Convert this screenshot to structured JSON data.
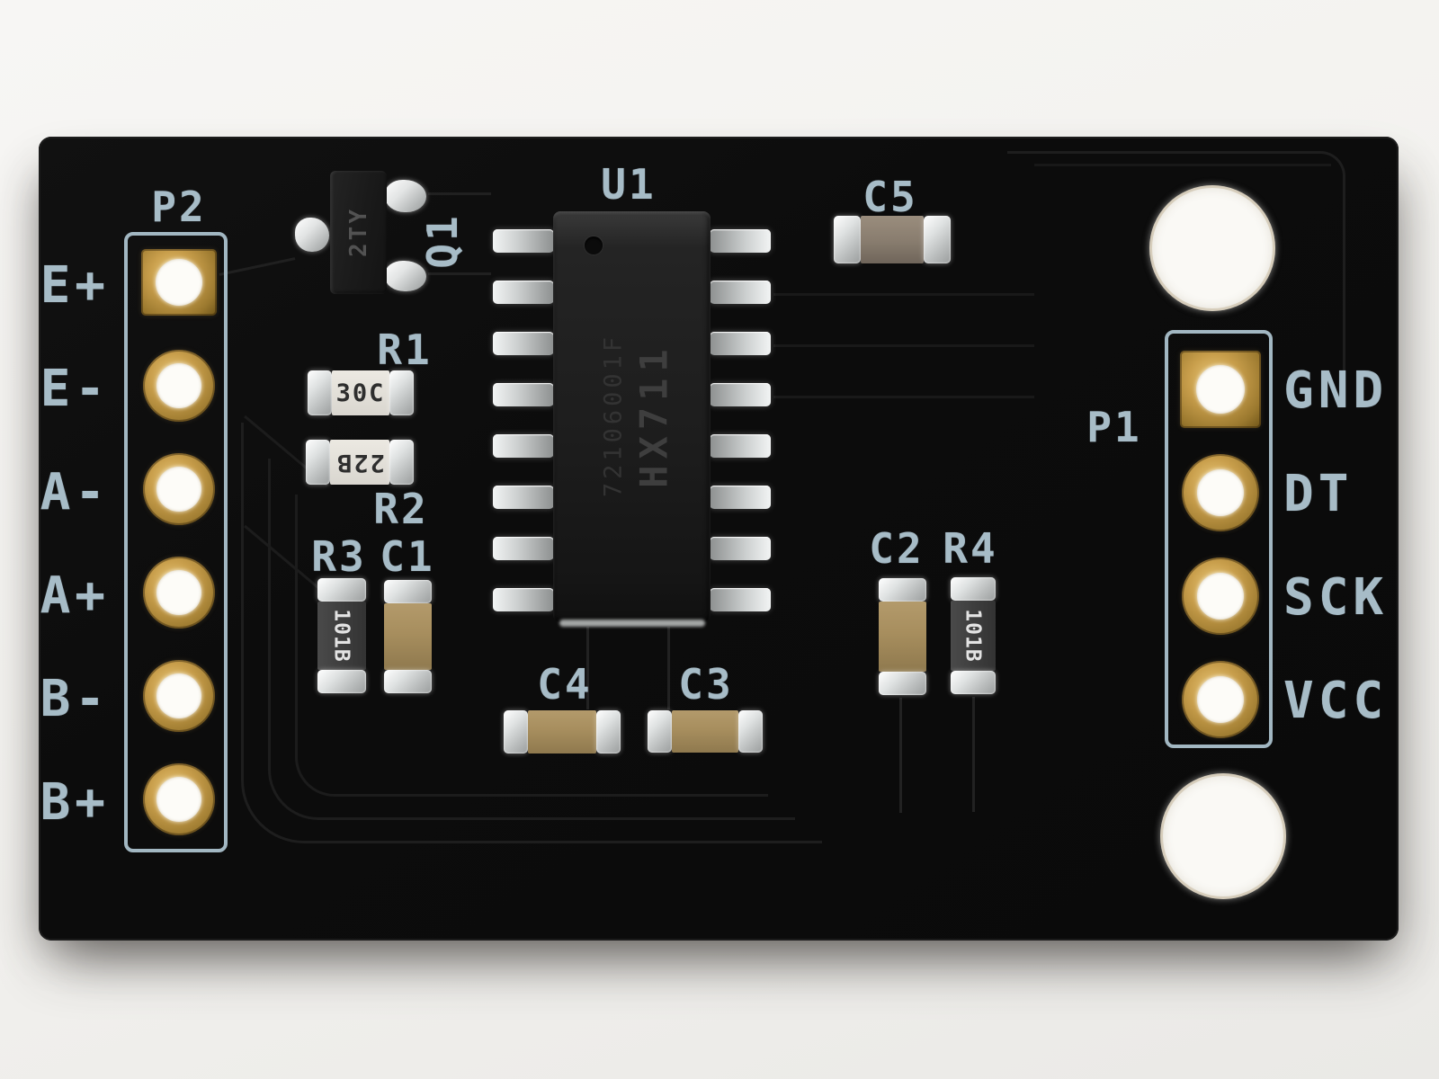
{
  "meta": {
    "subject": "HX711 load cell amplifier breakout board, top view photo"
  },
  "colors": {
    "background": "#f3f2ef",
    "board": "#0c0c0c",
    "silkscreen": "#a7bcc7",
    "gold_pad": "#c89e4b",
    "solder": "#d6d8d8",
    "capacitor_body": "#a78e5e",
    "chip_body": "#1d1d1d"
  },
  "headers": {
    "p2": {
      "ref": "P2",
      "pins": [
        "E+",
        "E-",
        "A-",
        "A+",
        "B-",
        "B+"
      ]
    },
    "p1": {
      "ref": "P1",
      "pins": [
        "GND",
        "DT",
        "SCK",
        "VCC"
      ]
    }
  },
  "components": {
    "u1": {
      "ref": "U1",
      "part": "HX711",
      "date_code": "72106001F"
    },
    "q1": {
      "ref": "Q1",
      "marking": "2TY"
    },
    "r1": {
      "ref": "R1",
      "marking": "30C"
    },
    "r2": {
      "ref": "R2",
      "marking": "22B"
    },
    "r3": {
      "ref": "R3",
      "marking": "101B"
    },
    "r4": {
      "ref": "R4",
      "marking": "101B"
    },
    "c1": {
      "ref": "C1"
    },
    "c2": {
      "ref": "C2"
    },
    "c3": {
      "ref": "C3"
    },
    "c4": {
      "ref": "C4"
    },
    "c5": {
      "ref": "C5"
    }
  }
}
